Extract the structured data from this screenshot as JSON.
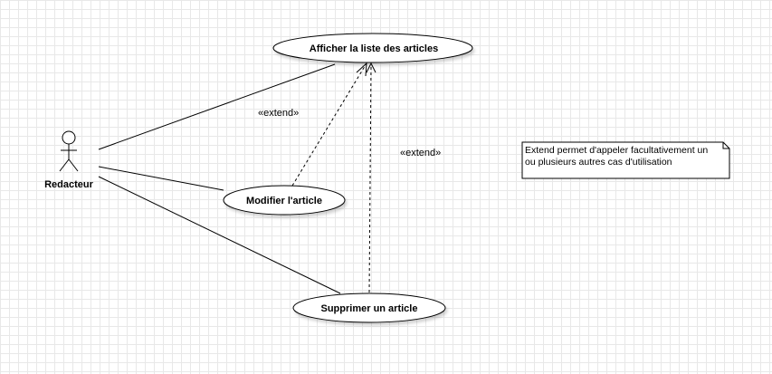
{
  "actor": {
    "name": "Redacteur"
  },
  "use_cases": {
    "list": "Afficher la liste des articles",
    "modify": "Modifier l'article",
    "delete": "Supprimer un article"
  },
  "relations": {
    "extend_label_1": "«extend»",
    "extend_label_2": "«extend»"
  },
  "note": {
    "line1": "Extend permet d'appeler facultativement un",
    "line2": "ou plusieurs autres cas d'utilisation"
  }
}
